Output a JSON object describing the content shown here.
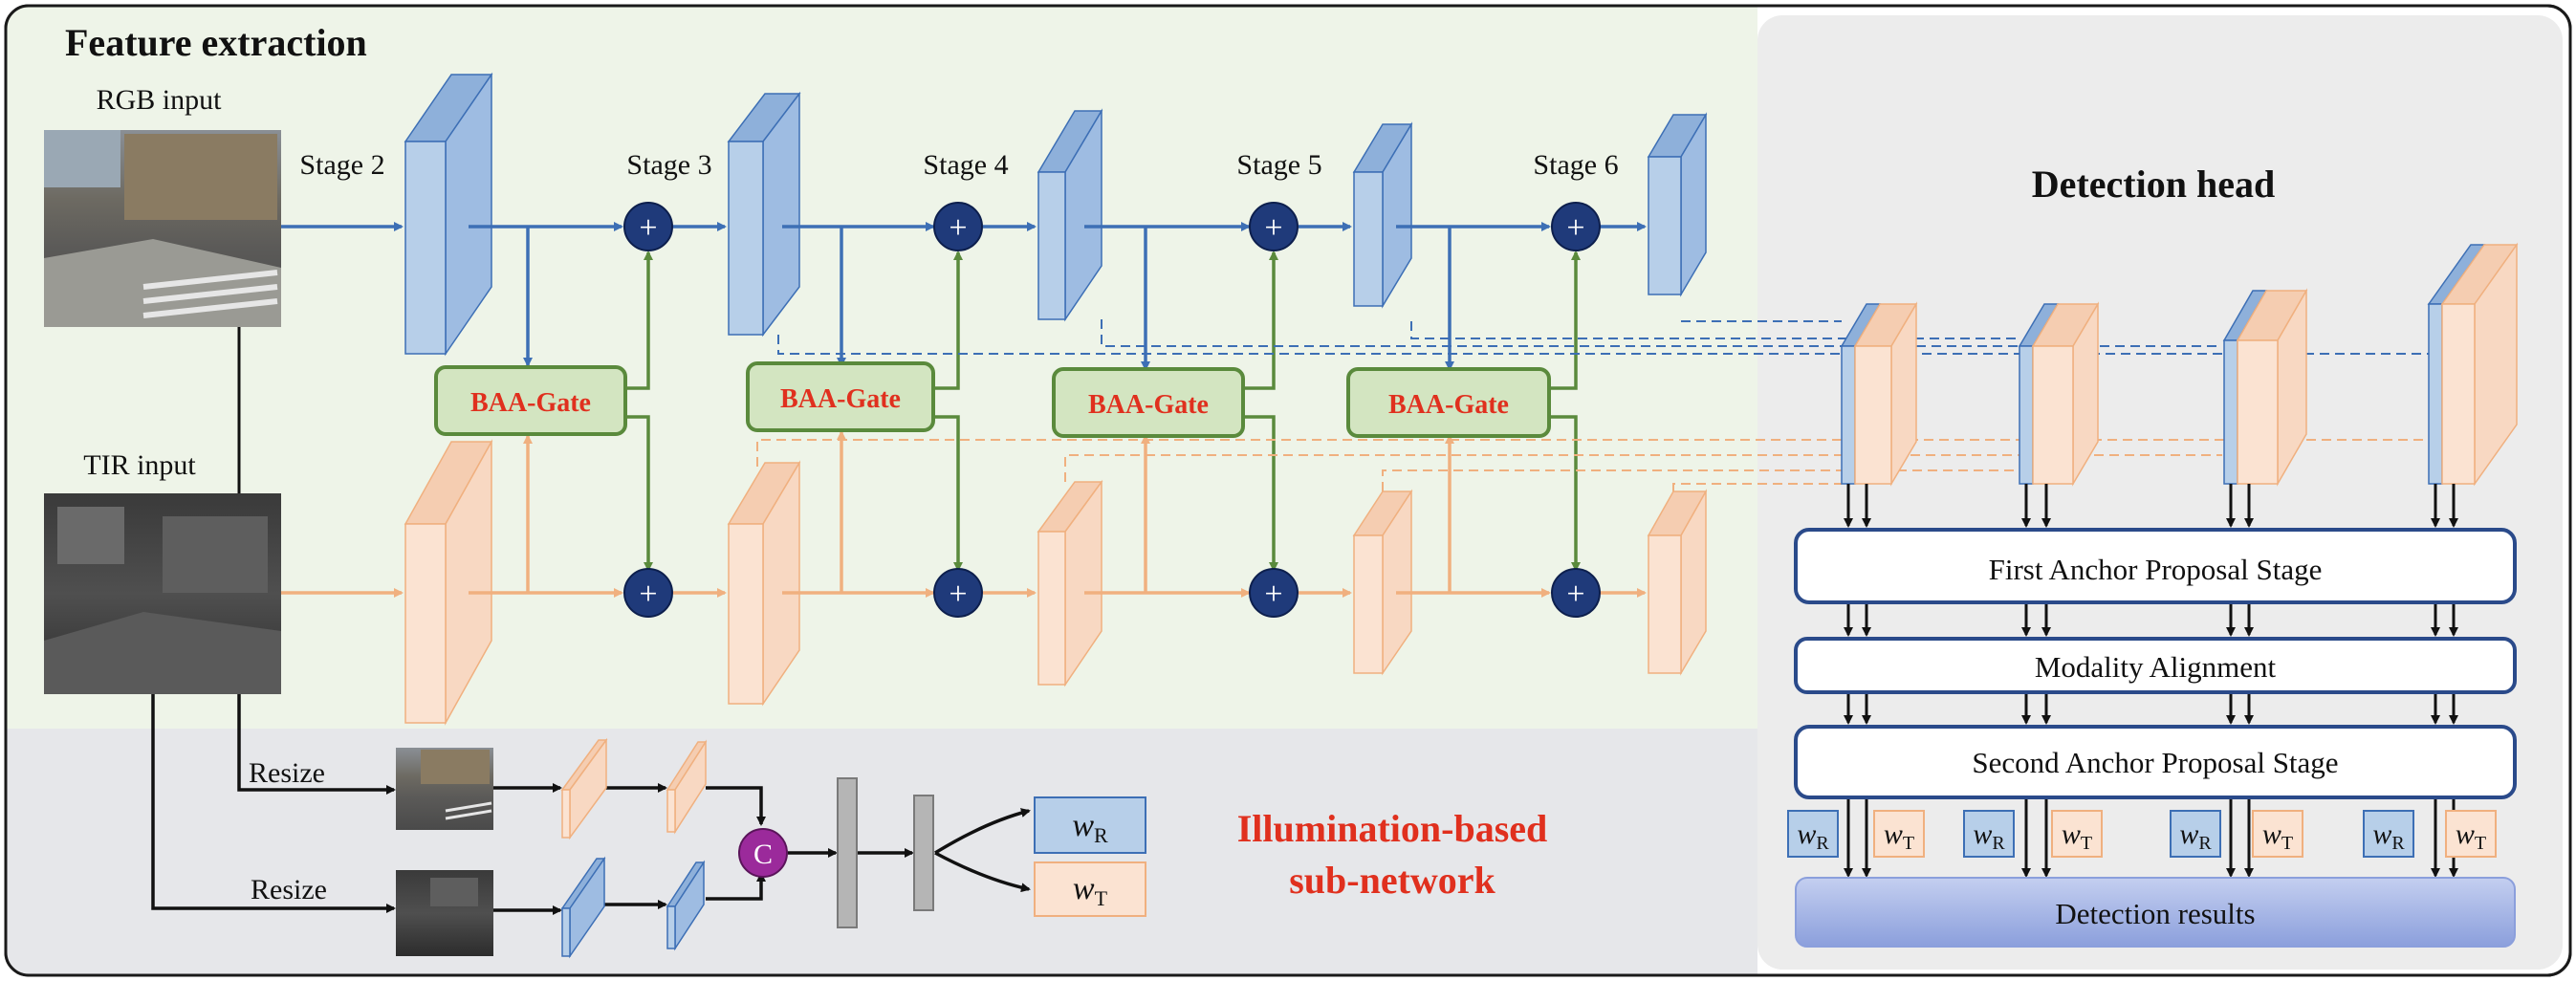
{
  "sections": {
    "feature_extraction": "Feature extraction",
    "detection_head": "Detection head",
    "illumination_line1": "Illumination-based",
    "illumination_line2": "sub-network"
  },
  "inputs": {
    "rgb": "RGB input",
    "tir": "TIR input"
  },
  "stages": [
    "Stage 2",
    "Stage 3",
    "Stage 4",
    "Stage 5",
    "Stage 6"
  ],
  "gate_label": "BAA-Gate",
  "plus_symbol": "+",
  "concat_symbol": "C",
  "resize_label": "Resize",
  "weights": {
    "wR_main": "w",
    "wR_sub": "R",
    "wT_main": "w",
    "wT_sub": "T"
  },
  "head_boxes": {
    "first": "First Anchor Proposal Stage",
    "align": "Modality Alignment",
    "second": "Second Anchor Proposal Stage",
    "results": "Detection results"
  },
  "colors": {
    "rgb_feature": "#b7cfe9",
    "tir_feature": "#fbe3d2",
    "gate_fill": "#d3e5c1",
    "gate_border": "#5a8a3c",
    "plus_fill": "#1f3a7a",
    "concat_fill": "#9b2a9b",
    "red_text": "#e0301e",
    "blue_arrow": "#3d6fb5",
    "orange_arrow": "#f0b07f",
    "green_arrow": "#5a8a3c"
  }
}
